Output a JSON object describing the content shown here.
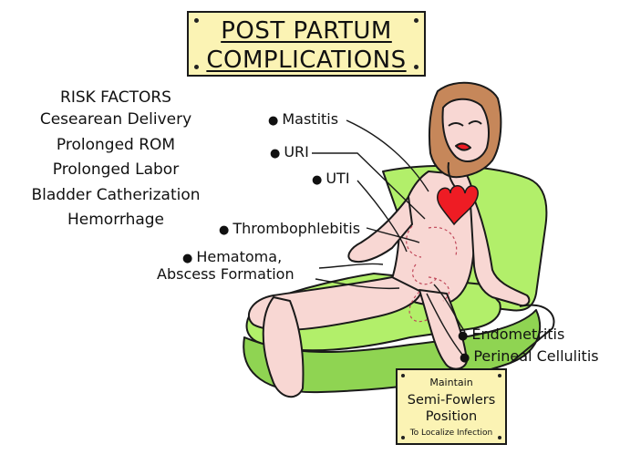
{
  "title": {
    "line1": "POST PARTUM",
    "line2": "COMPLICATIONS"
  },
  "risk_factors": {
    "heading": "RISK FACTORS",
    "items": [
      "Cesearean Delivery",
      "Prolonged ROM",
      "Prolonged Labor",
      "Bladder Catherization",
      "Hemorrhage"
    ]
  },
  "complications": {
    "mastitis": "Mastitis",
    "uri": "URI",
    "uti": "UTI",
    "thrombophlebitis": "Thrombophlebitis",
    "hematoma_line1": "Hematoma,",
    "hematoma_line2": "Abscess Formation",
    "endometritis": "Endometritis",
    "perineal_cellulitis": "Perineal Cellulitis"
  },
  "tip_sign": {
    "line1": "Maintain",
    "line2": "Semi-Fowlers",
    "line3": "Position",
    "line4": "To Localize Infection"
  },
  "colors": {
    "sign_fill": "#fbf3b4",
    "chair_fill": "#b2ef6a",
    "chair_shadow": "#8fd452",
    "skin_fill": "#f8d7d3",
    "hair_fill": "#c6875a",
    "heart_fill": "#ee1c24"
  }
}
